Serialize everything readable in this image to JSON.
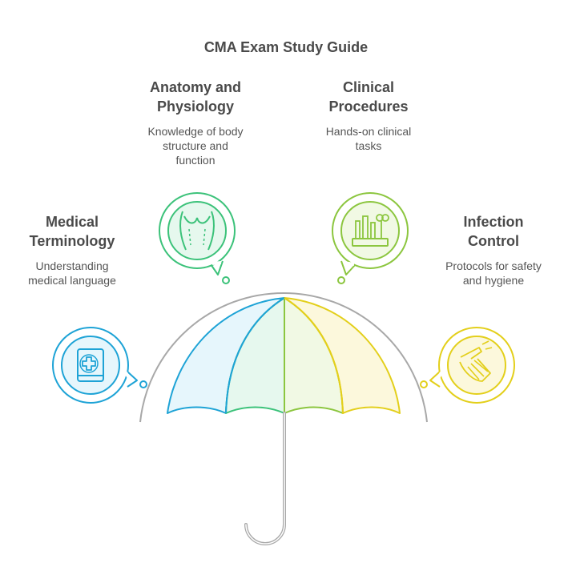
{
  "title": "CMA Exam Study Guide",
  "topics": [
    {
      "key": "medical",
      "title": "Medical\nTerminology",
      "description": "Understanding\nmedical language",
      "icon": "medical-book-icon",
      "color": "#1ea3d6",
      "fill": "#e6f6fc"
    },
    {
      "key": "anatomy",
      "title": "Anatomy and\nPhysiology",
      "description": "Knowledge of body\nstructure and\nfunction",
      "icon": "torso-icon",
      "color": "#3cc27a",
      "fill": "#e6f8ee"
    },
    {
      "key": "clinical",
      "title": "Clinical\nProcedures",
      "description": "Hands-on clinical\ntasks",
      "icon": "lab-tubes-icon",
      "color": "#8cc63f",
      "fill": "#f1f9e4"
    },
    {
      "key": "infection",
      "title": "Infection\nControl",
      "description": "Protocols for safety\nand hygiene",
      "icon": "handwashing-icon",
      "color": "#e3cf1b",
      "fill": "#fcf8dc"
    }
  ]
}
